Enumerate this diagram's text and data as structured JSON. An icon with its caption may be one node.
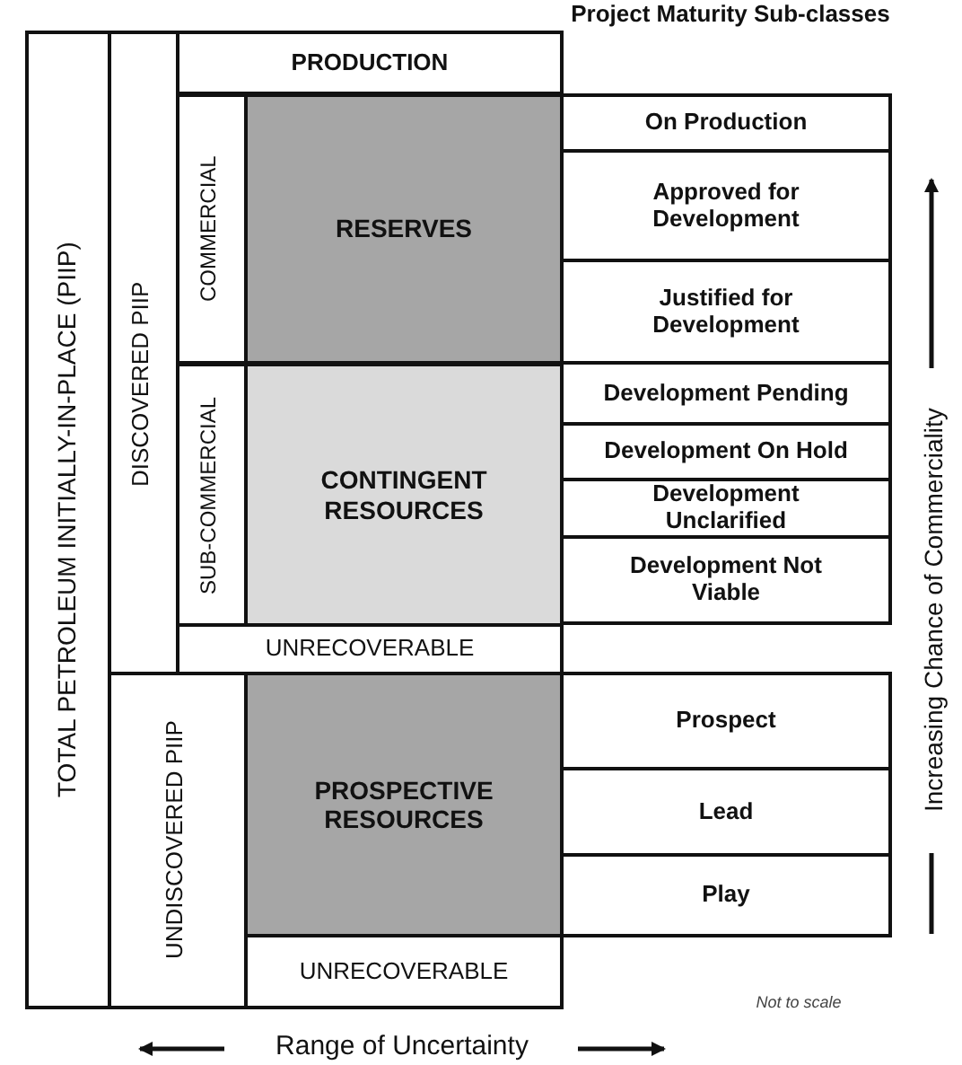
{
  "diagram": {
    "nodes": [
      {
        "text": [
          "TOTAL PETROLEUM INITIALLY-IN-PLACE (PIIP)"
        ]
      },
      {
        "text": [
          "DISCOVERED PIIP"
        ],
        "in": 0
      },
      {
        "text": [
          "PRODUCTION"
        ],
        "in": 1
      },
      {
        "text": [
          "COMMERCIAL"
        ],
        "in": 1
      },
      {
        "text": [
          "RESERVES"
        ],
        "in": 3
      },
      {
        "text": [
          "SUB-COMMERCIAL"
        ],
        "in": 1
      },
      {
        "text": [
          "CONTINGENT RESOURCES"
        ],
        "in": 5
      },
      {
        "text": [
          "UNRECOVERABLE"
        ],
        "in": 1
      },
      {
        "text": [
          "UNDISCOVERED PIIP"
        ],
        "in": 0
      },
      {
        "text": [
          "PROSPECTIVE RESOURCES"
        ],
        "in": 8
      },
      {
        "text": [
          "UNRECOVERABLE"
        ],
        "in": 8
      },
      {
        "text": [
          "On Production"
        ]
      },
      {
        "text": [
          "Approved for Development"
        ]
      },
      {
        "text": [
          "Justified for Development"
        ]
      },
      {
        "text": [
          "Development Pending"
        ]
      },
      {
        "text": [
          "Development On Hold"
        ]
      },
      {
        "text": [
          "Development Unclarified"
        ]
      },
      {
        "text": [
          "Development Not Viable"
        ]
      },
      {
        "text": [
          "Prospect"
        ]
      },
      {
        "text": [
          "Lead"
        ]
      },
      {
        "text": [
          "Play"
        ]
      }
    ],
    "edges": [],
    "labels": [
      "Project Maturity Sub-classes",
      "Increasing Chance of Commerciality",
      "Not to scale",
      "Range of Uncertainty"
    ]
  }
}
